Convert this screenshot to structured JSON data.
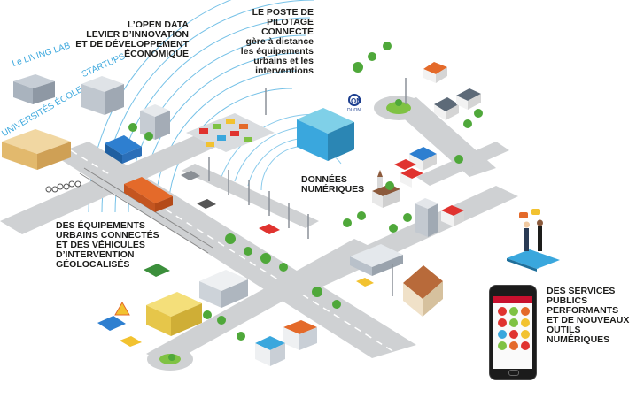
{
  "labels": {
    "open_data": [
      "L’OPEN DATA",
      "LEVIER D’INNOVATION",
      "ET DE DÉVELOPPEMENT",
      "ÉCONOMIQUE"
    ],
    "poste_pilotage": [
      "LE POSTE DE",
      "PILOTAGE",
      "CONNECTÉ",
      "gère à distance",
      "les équipements",
      "urbains et les",
      "interventions"
    ],
    "donnees": [
      "DONNÉES",
      "NUMÉRIQUES"
    ],
    "equipements": [
      "DES ÉQUIPEMENTS",
      "URBAINS CONNECTÉS",
      "ET DES VÉHICULES",
      "D’INTERVENTION",
      "GÉOLOCALISÉS"
    ],
    "services": [
      "DES SERVICES",
      "PUBLICS",
      "PERFORMANTS",
      "ET DE NOUVEAUX",
      "OUTILS",
      "NUMÉRIQUES"
    ]
  },
  "arc_labels": {
    "living_lab": "Le LIVING LAB",
    "startups": "STARTUPS",
    "universites": "UNIVERSITÉS ÉCOLES"
  },
  "logo": {
    "top": "ON",
    "bottom": "DIJON"
  },
  "colors": {
    "road": "#cfd1d3",
    "road_mark": "#ffffff",
    "grass": "#7fc243",
    "wave": "#3aa7dd",
    "text": "#1d1d1b",
    "bus": "#2e7fd0",
    "tram": "#e46a2a",
    "alert": "#e0332f"
  }
}
